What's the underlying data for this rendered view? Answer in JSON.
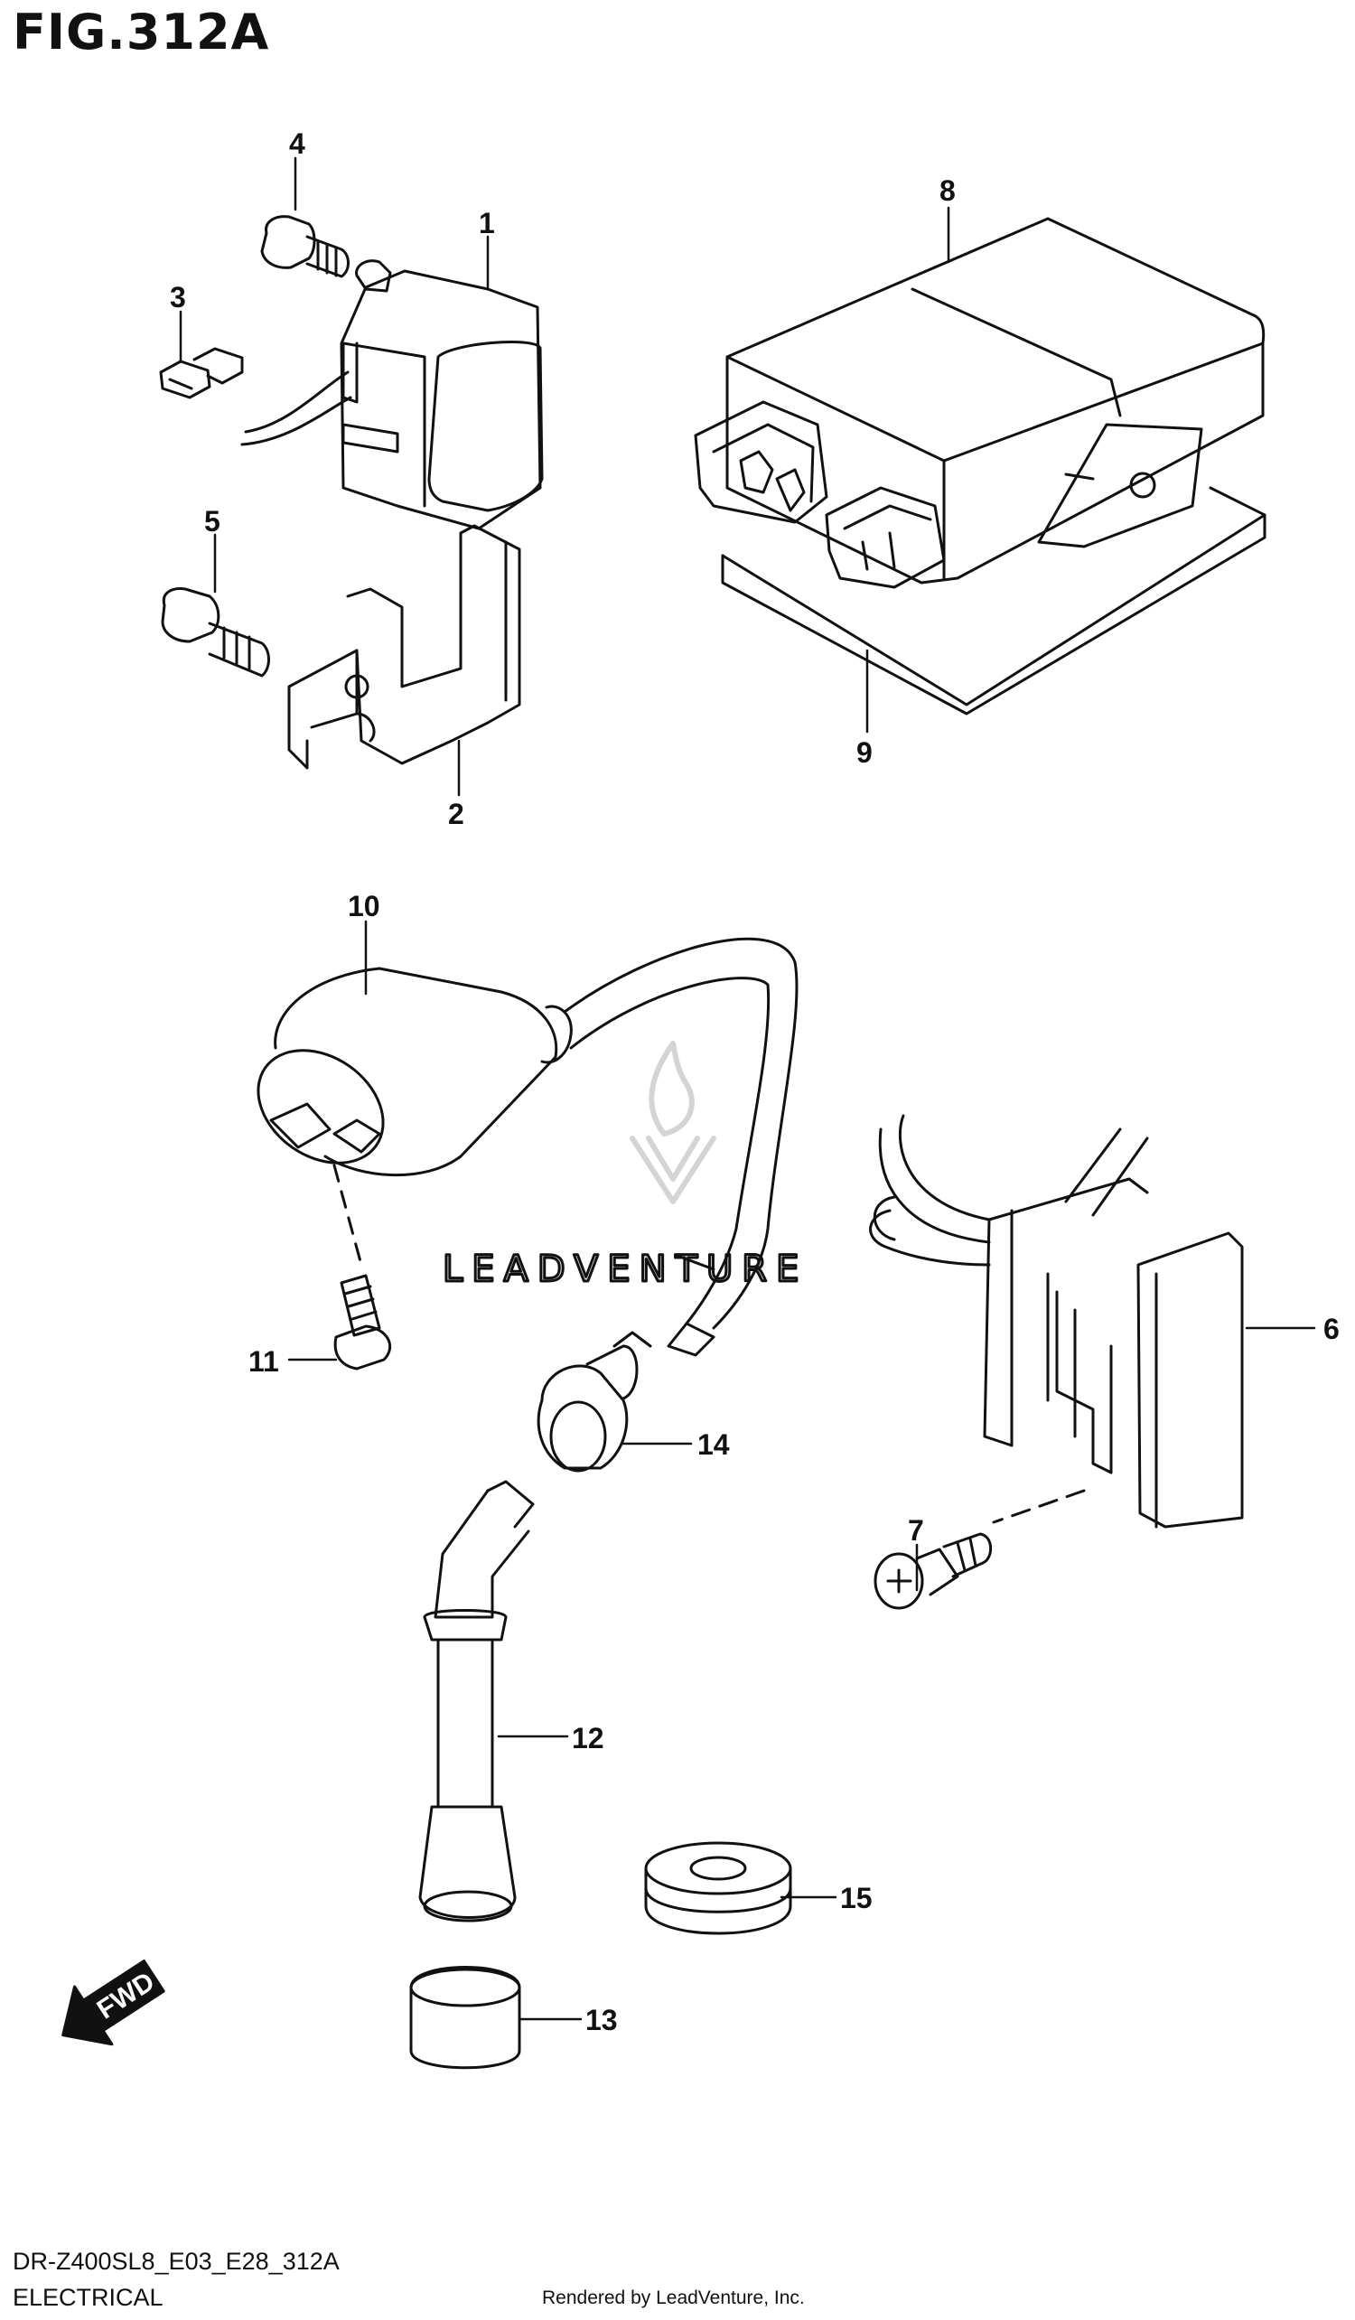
{
  "figure": {
    "title": "FIG.312A"
  },
  "callouts": [
    "1",
    "2",
    "3",
    "4",
    "5",
    "6",
    "7",
    "8",
    "9",
    "10",
    "11",
    "12",
    "13",
    "14",
    "15"
  ],
  "watermark": {
    "text": "LEADVENTURE"
  },
  "fwd_arrow": {
    "label": "FWD"
  },
  "footer": {
    "model_code": "DR-Z400SL8_E03_E28_312A",
    "section": "ELECTRICAL",
    "credit": "Rendered by LeadVenture, Inc."
  },
  "colors": {
    "line": "#111111",
    "watermark": "#d4d4d4"
  }
}
